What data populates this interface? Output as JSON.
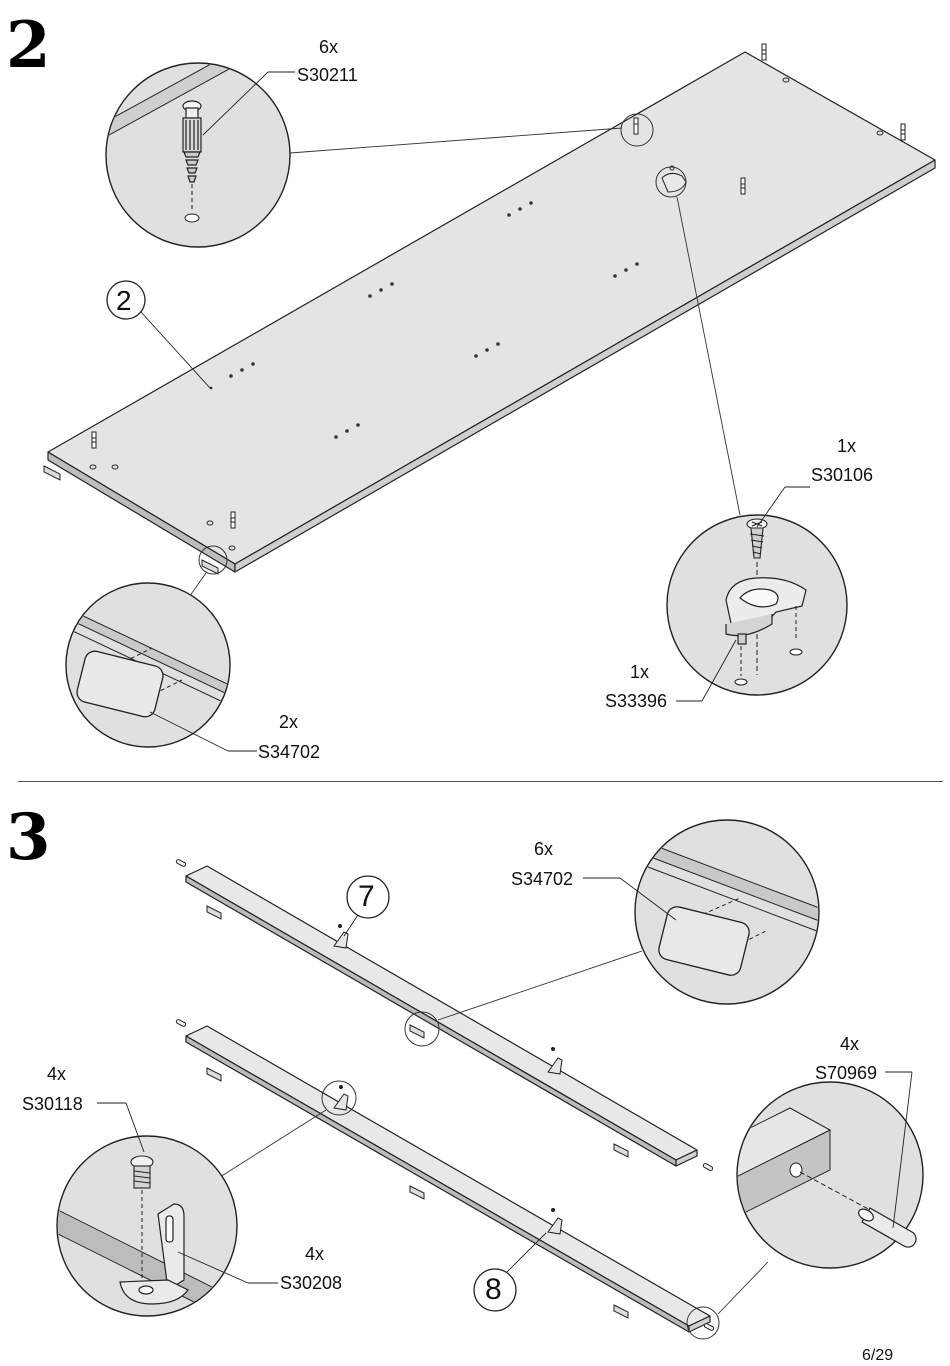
{
  "page": {
    "number": "6/29"
  },
  "step2": {
    "number": "2",
    "panel_callout": "2",
    "parts": {
      "cam_bolt": {
        "qty": "6x",
        "code": "S30211"
      },
      "screw": {
        "qty": "1x",
        "code": "S30106"
      },
      "bracket": {
        "qty": "1x",
        "code": "S33396"
      },
      "glide": {
        "qty": "2x",
        "code": "S34702"
      }
    }
  },
  "step3": {
    "number": "3",
    "rail_top_callout": "7",
    "rail_bottom_callout": "8",
    "parts": {
      "glide": {
        "qty": "6x",
        "code": "S34702"
      },
      "dowel": {
        "qty": "4x",
        "code": "S70969"
      },
      "screw": {
        "qty": "4x",
        "code": "S30118"
      },
      "angle_bracket": {
        "qty": "4x",
        "code": "S30208"
      }
    }
  },
  "colors": {
    "panel": "#e4e4e4",
    "panel_edge": "#b8b8b8",
    "detail_fill": "#e2e2e2",
    "ink": "#111111"
  }
}
